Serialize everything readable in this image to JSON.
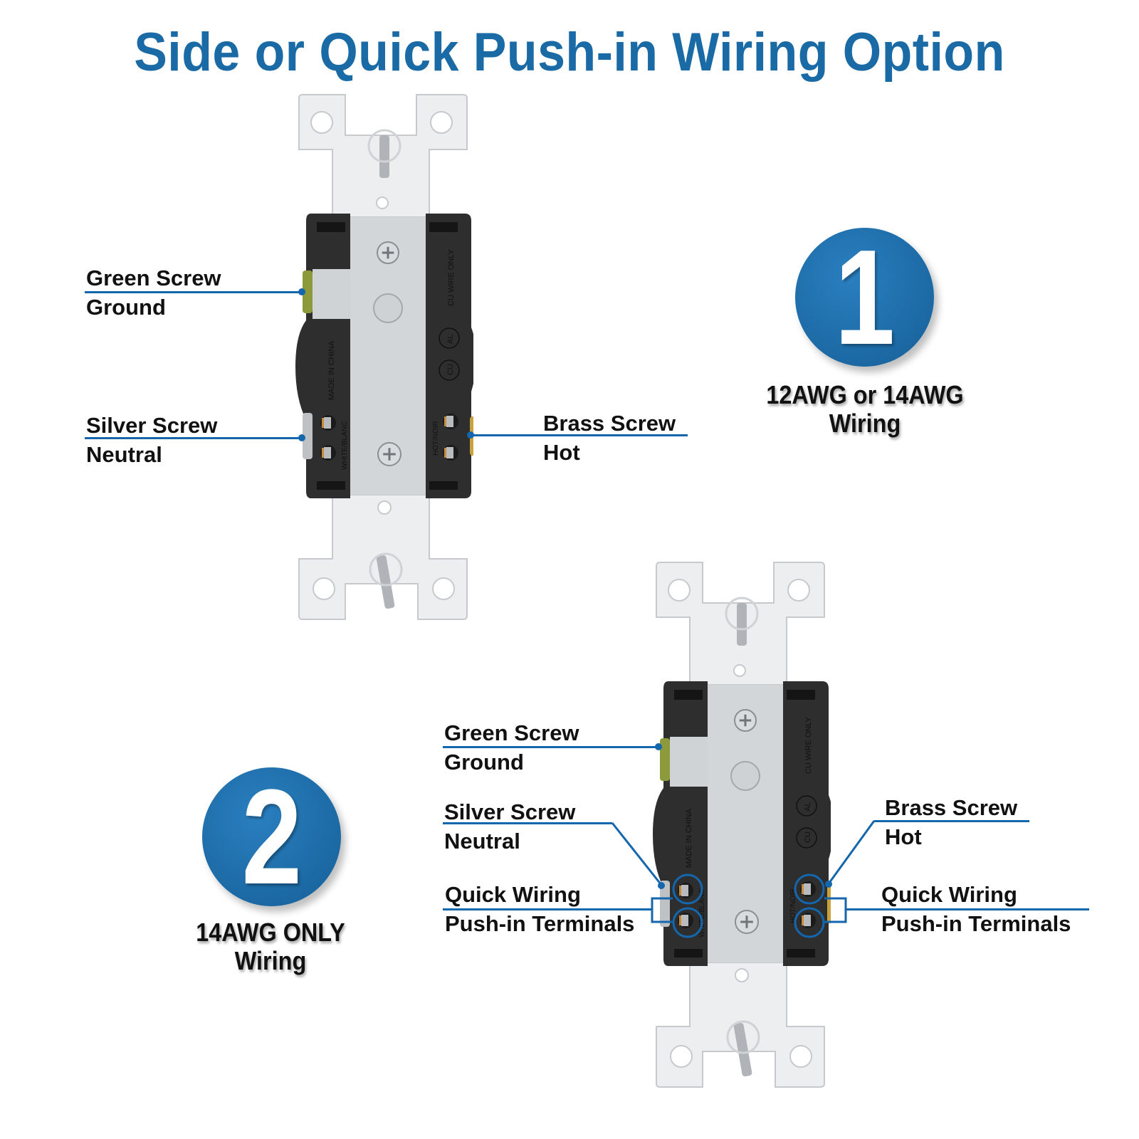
{
  "title": "Side or Quick Push-in Wiring Option",
  "colors": {
    "accent": "#1466ad",
    "title": "#1a6aa5"
  },
  "switch_markings": {
    "made_in": "MADE IN CHINA",
    "white": "WHITE/BLANC",
    "hot": "HOT/NOIR",
    "cu_only": "CU WIRE ONLY",
    "cu": "CU",
    "al": "AL"
  },
  "option1": {
    "badge": "1",
    "caption_line1": "12AWG or 14AWG",
    "caption_line2": "Wiring",
    "green": {
      "title": "Green Screw",
      "sub": "Ground"
    },
    "silver": {
      "title": "Silver  Screw",
      "sub": "Neutral"
    },
    "brass": {
      "title": "Brass Screw",
      "sub": "Hot"
    }
  },
  "option2": {
    "badge": "2",
    "caption_line1": "14AWG ONLY",
    "caption_line2": "Wiring",
    "green": {
      "title": "Green Screw",
      "sub": "Ground"
    },
    "silver": {
      "title": "Silver  Screw",
      "sub": "Neutral"
    },
    "brass": {
      "title": "Brass Screw",
      "sub": "Hot"
    },
    "quick_left": {
      "title": "Quick Wiring",
      "sub": "Push-in Terminals"
    },
    "quick_right": {
      "title": "Quick Wiring",
      "sub": "Push-in Terminals"
    }
  }
}
